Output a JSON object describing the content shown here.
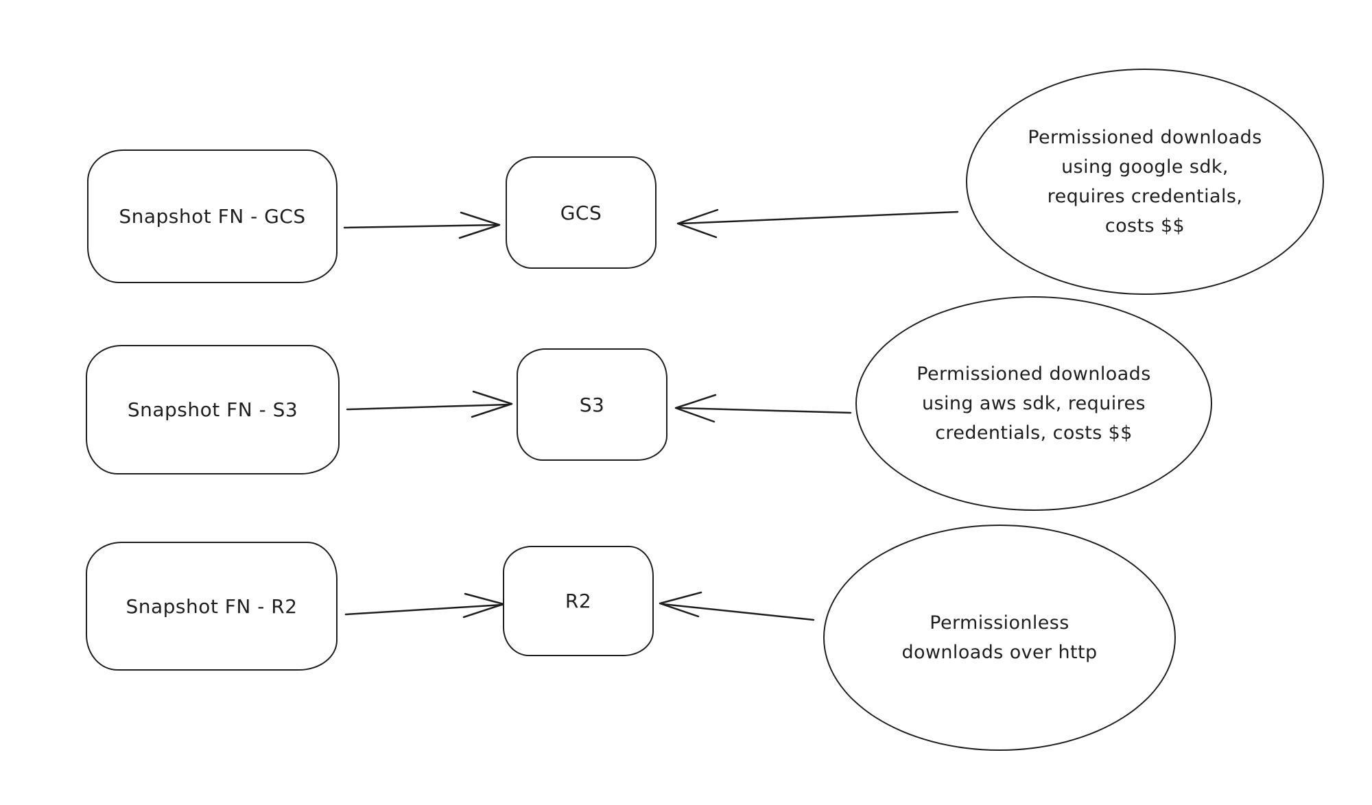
{
  "canvas": {
    "background_color": "#ffffff",
    "stroke_color": "#1e1e1e"
  },
  "diagram": {
    "rows": [
      {
        "source_label": "Snapshot FN - GCS",
        "target_label": "GCS",
        "note_lines": [
          "Permissioned downloads",
          "using google sdk,",
          "requires credentials,",
          "costs $$"
        ]
      },
      {
        "source_label": "Snapshot FN - S3",
        "target_label": "S3",
        "note_lines": [
          "Permissioned downloads",
          "using aws sdk, requires",
          "credentials, costs $$"
        ]
      },
      {
        "source_label": "Snapshot FN - R2",
        "target_label": "R2",
        "note_lines": [
          "Permissionless",
          "downloads over http"
        ]
      }
    ]
  }
}
